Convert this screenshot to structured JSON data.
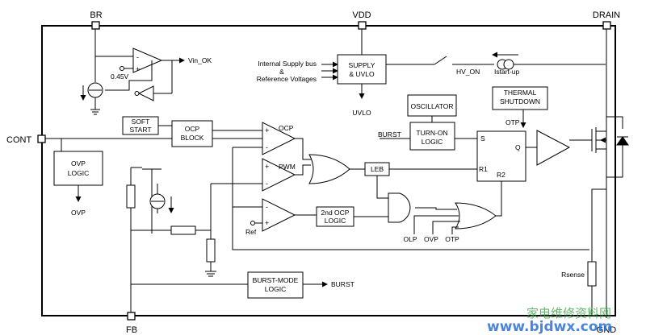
{
  "pins": {
    "br": "BR",
    "vdd": "VDD",
    "drain": "DRAIN",
    "cont": "CONT",
    "fb": "FB",
    "gnd": "GND"
  },
  "blocks": {
    "supply_uvlo": [
      "SUPPLY",
      "& UVLO"
    ],
    "soft_start": [
      "SOFT",
      "START"
    ],
    "ocp_block": [
      "OCP",
      "BLOCK"
    ],
    "ovp_logic": [
      "OVP",
      "LOGIC"
    ],
    "oscillator": "OSCILLATOR",
    "turn_on_logic": [
      "TURN-ON",
      "LOGIC"
    ],
    "thermal_shutdown": [
      "THERMAL",
      "SHUTDOWN"
    ],
    "leb": "LEB",
    "ocp2_logic": [
      "2nd OCP",
      "LOGIC"
    ],
    "burst_mode_logic": [
      "BURST-MODE",
      "LOGIC"
    ],
    "latch": {
      "s": "S",
      "q": "Q",
      "r1": "R1",
      "r2": "R2"
    }
  },
  "labels": {
    "vin_ok": "Vin_OK",
    "v045": "0.45V",
    "internal_supply": [
      "Internal Supply bus",
      "&",
      "Reference Voltages"
    ],
    "uvlo": "UVLO",
    "hv_on": "HV_ON",
    "istart": "Istart-up",
    "otp_top": "OTP",
    "burst_in": "BURST",
    "ocp": "OCP",
    "pwm": "PWM",
    "ref": "Ref",
    "ovp_out": "OVP",
    "olp": "OLP",
    "ovp_in": "OVP",
    "otp_in": "OTP",
    "rsense": "Rsense",
    "burst_out": "BURST"
  },
  "watermark": {
    "cn": "家电维修资料网",
    "url": "www.bjdwx.com"
  },
  "colors": {
    "line": "#000000",
    "watermark_green": "#2e9f3a",
    "watermark_blue": "#2d6fd8"
  }
}
